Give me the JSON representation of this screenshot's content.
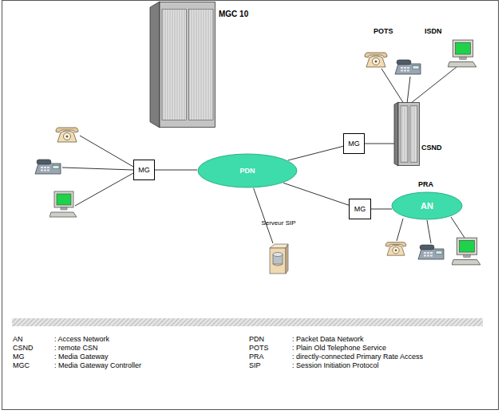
{
  "diagram": {
    "nodes": [
      {
        "text": [
          "MGC 10"
        ]
      },
      {
        "text": [
          "MG"
        ]
      },
      {
        "text": [
          "PDN"
        ]
      },
      {
        "text": [
          "MG"
        ]
      },
      {
        "text": [
          "CSND"
        ]
      },
      {
        "text": [
          "MG"
        ]
      },
      {
        "text": [
          "AN"
        ]
      },
      {
        "text": [
          "Serveur SIP"
        ]
      }
    ],
    "edges": [
      {
        "from": 1,
        "to": 2,
        "arrow": "none"
      },
      {
        "from": 2,
        "to": 3,
        "arrow": "none"
      },
      {
        "from": 3,
        "to": 4,
        "arrow": "none"
      },
      {
        "from": 2,
        "to": 5,
        "arrow": "none"
      },
      {
        "from": 5,
        "to": 6,
        "arrow": "none"
      },
      {
        "from": 2,
        "to": 7,
        "arrow": "none"
      }
    ],
    "labels": [
      "POTS",
      "ISDN",
      "PRA",
      "AN",
      ": Access Network",
      "CSND",
      ": remote CSN",
      "MG",
      ": Media Gateway",
      "MGC",
      ": Media Gateway Controller",
      "PDN",
      ": Packet Data Network",
      "POTS",
      ": Plain Old Telephone Service",
      "PRA",
      ": directly-connected Primary Rate Access",
      "SIP",
      ": Session Initiation Protocol"
    ]
  }
}
